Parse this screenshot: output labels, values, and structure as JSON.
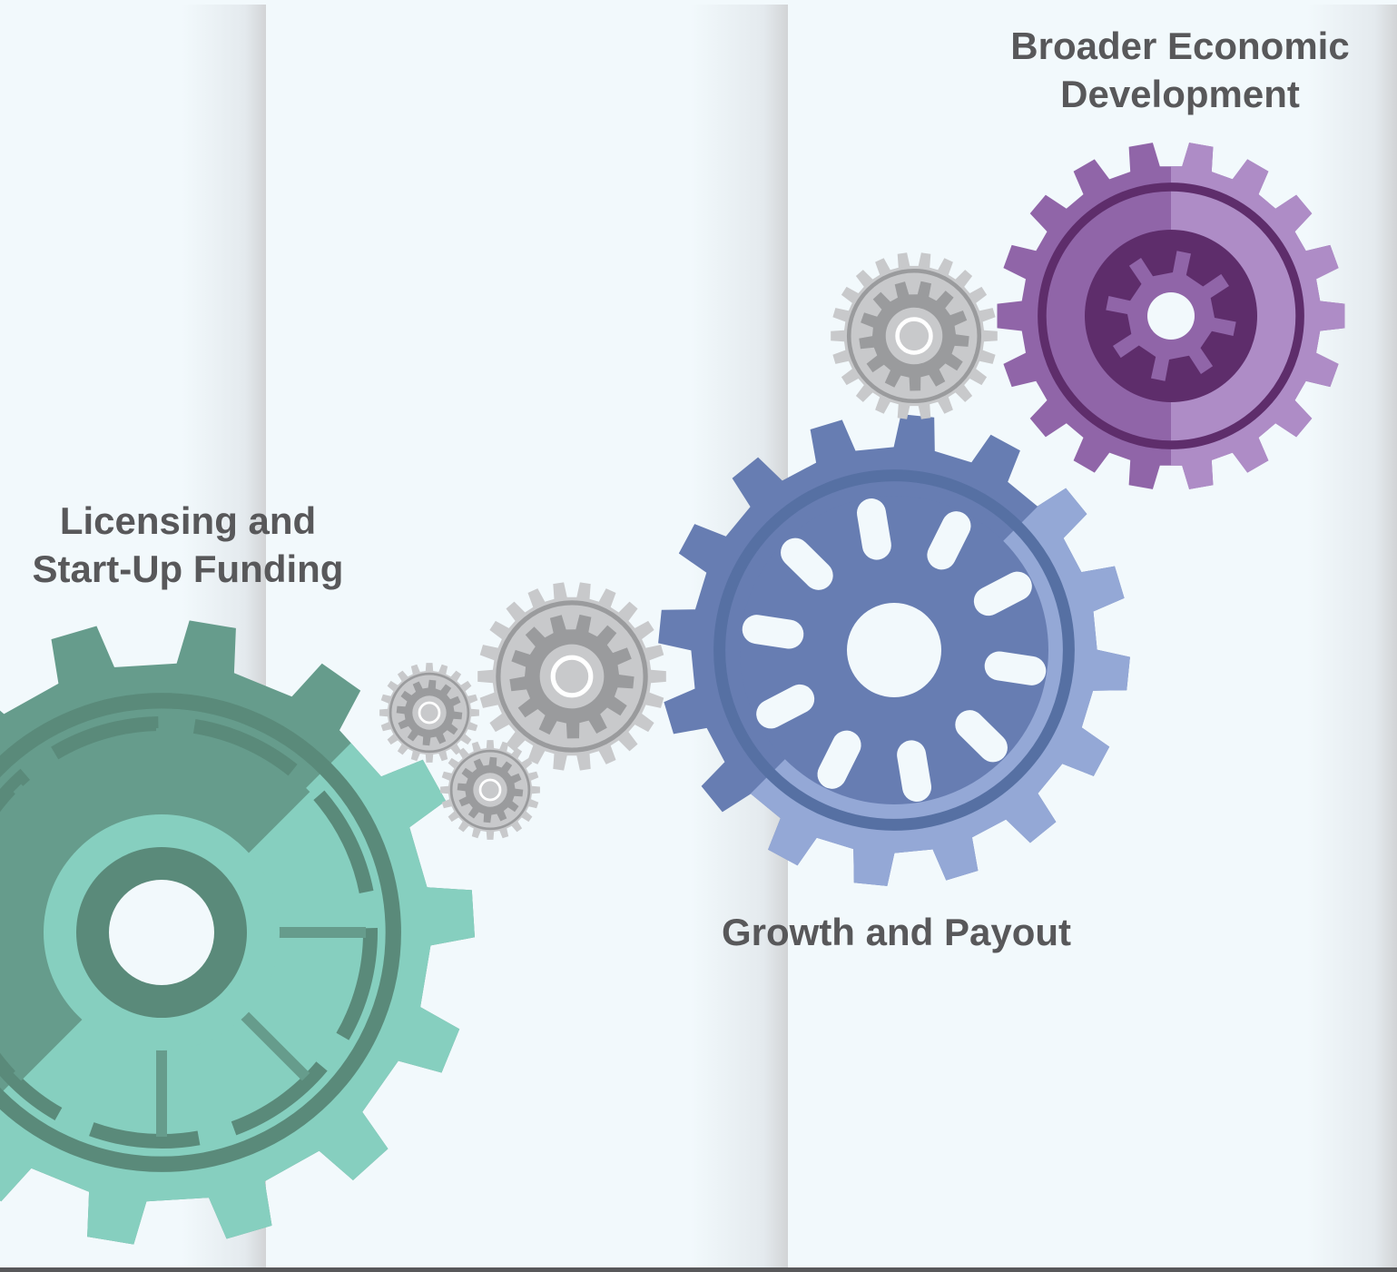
{
  "labels": {
    "broader": [
      "Broader Economic",
      "Development"
    ],
    "licensing": [
      "Licensing and",
      "Start-Up Funding"
    ],
    "growth": "Growth and Payout"
  },
  "colors": {
    "background": "#f2f9fc",
    "panel_shadow": "#d2d4d6",
    "text": "#58585a",
    "green_dark": "#669c8c",
    "green_light": "#86cfbf",
    "green_ring": "#5a8a7a",
    "blue_dark": "#677db2",
    "blue_light": "#94a8d6",
    "blue_ring": "#5670a3",
    "purple_dark": "#9065a8",
    "purple_light": "#ae8cc6",
    "purple_ring": "#5e2d6b",
    "gray_dark": "#9a9b9d",
    "gray_light": "#c8c9cb",
    "footer_line": "#58585a"
  },
  "gears": [
    {
      "name": "gear-licensing",
      "style": "green"
    },
    {
      "name": "gear-growth",
      "style": "blue"
    },
    {
      "name": "gear-broader",
      "style": "purple"
    },
    {
      "name": "gear-small-gray-1",
      "style": "gray"
    },
    {
      "name": "gear-small-gray-2",
      "style": "gray"
    },
    {
      "name": "gear-small-gray-3",
      "style": "gray"
    },
    {
      "name": "gear-small-gray-4",
      "style": "gray"
    }
  ]
}
